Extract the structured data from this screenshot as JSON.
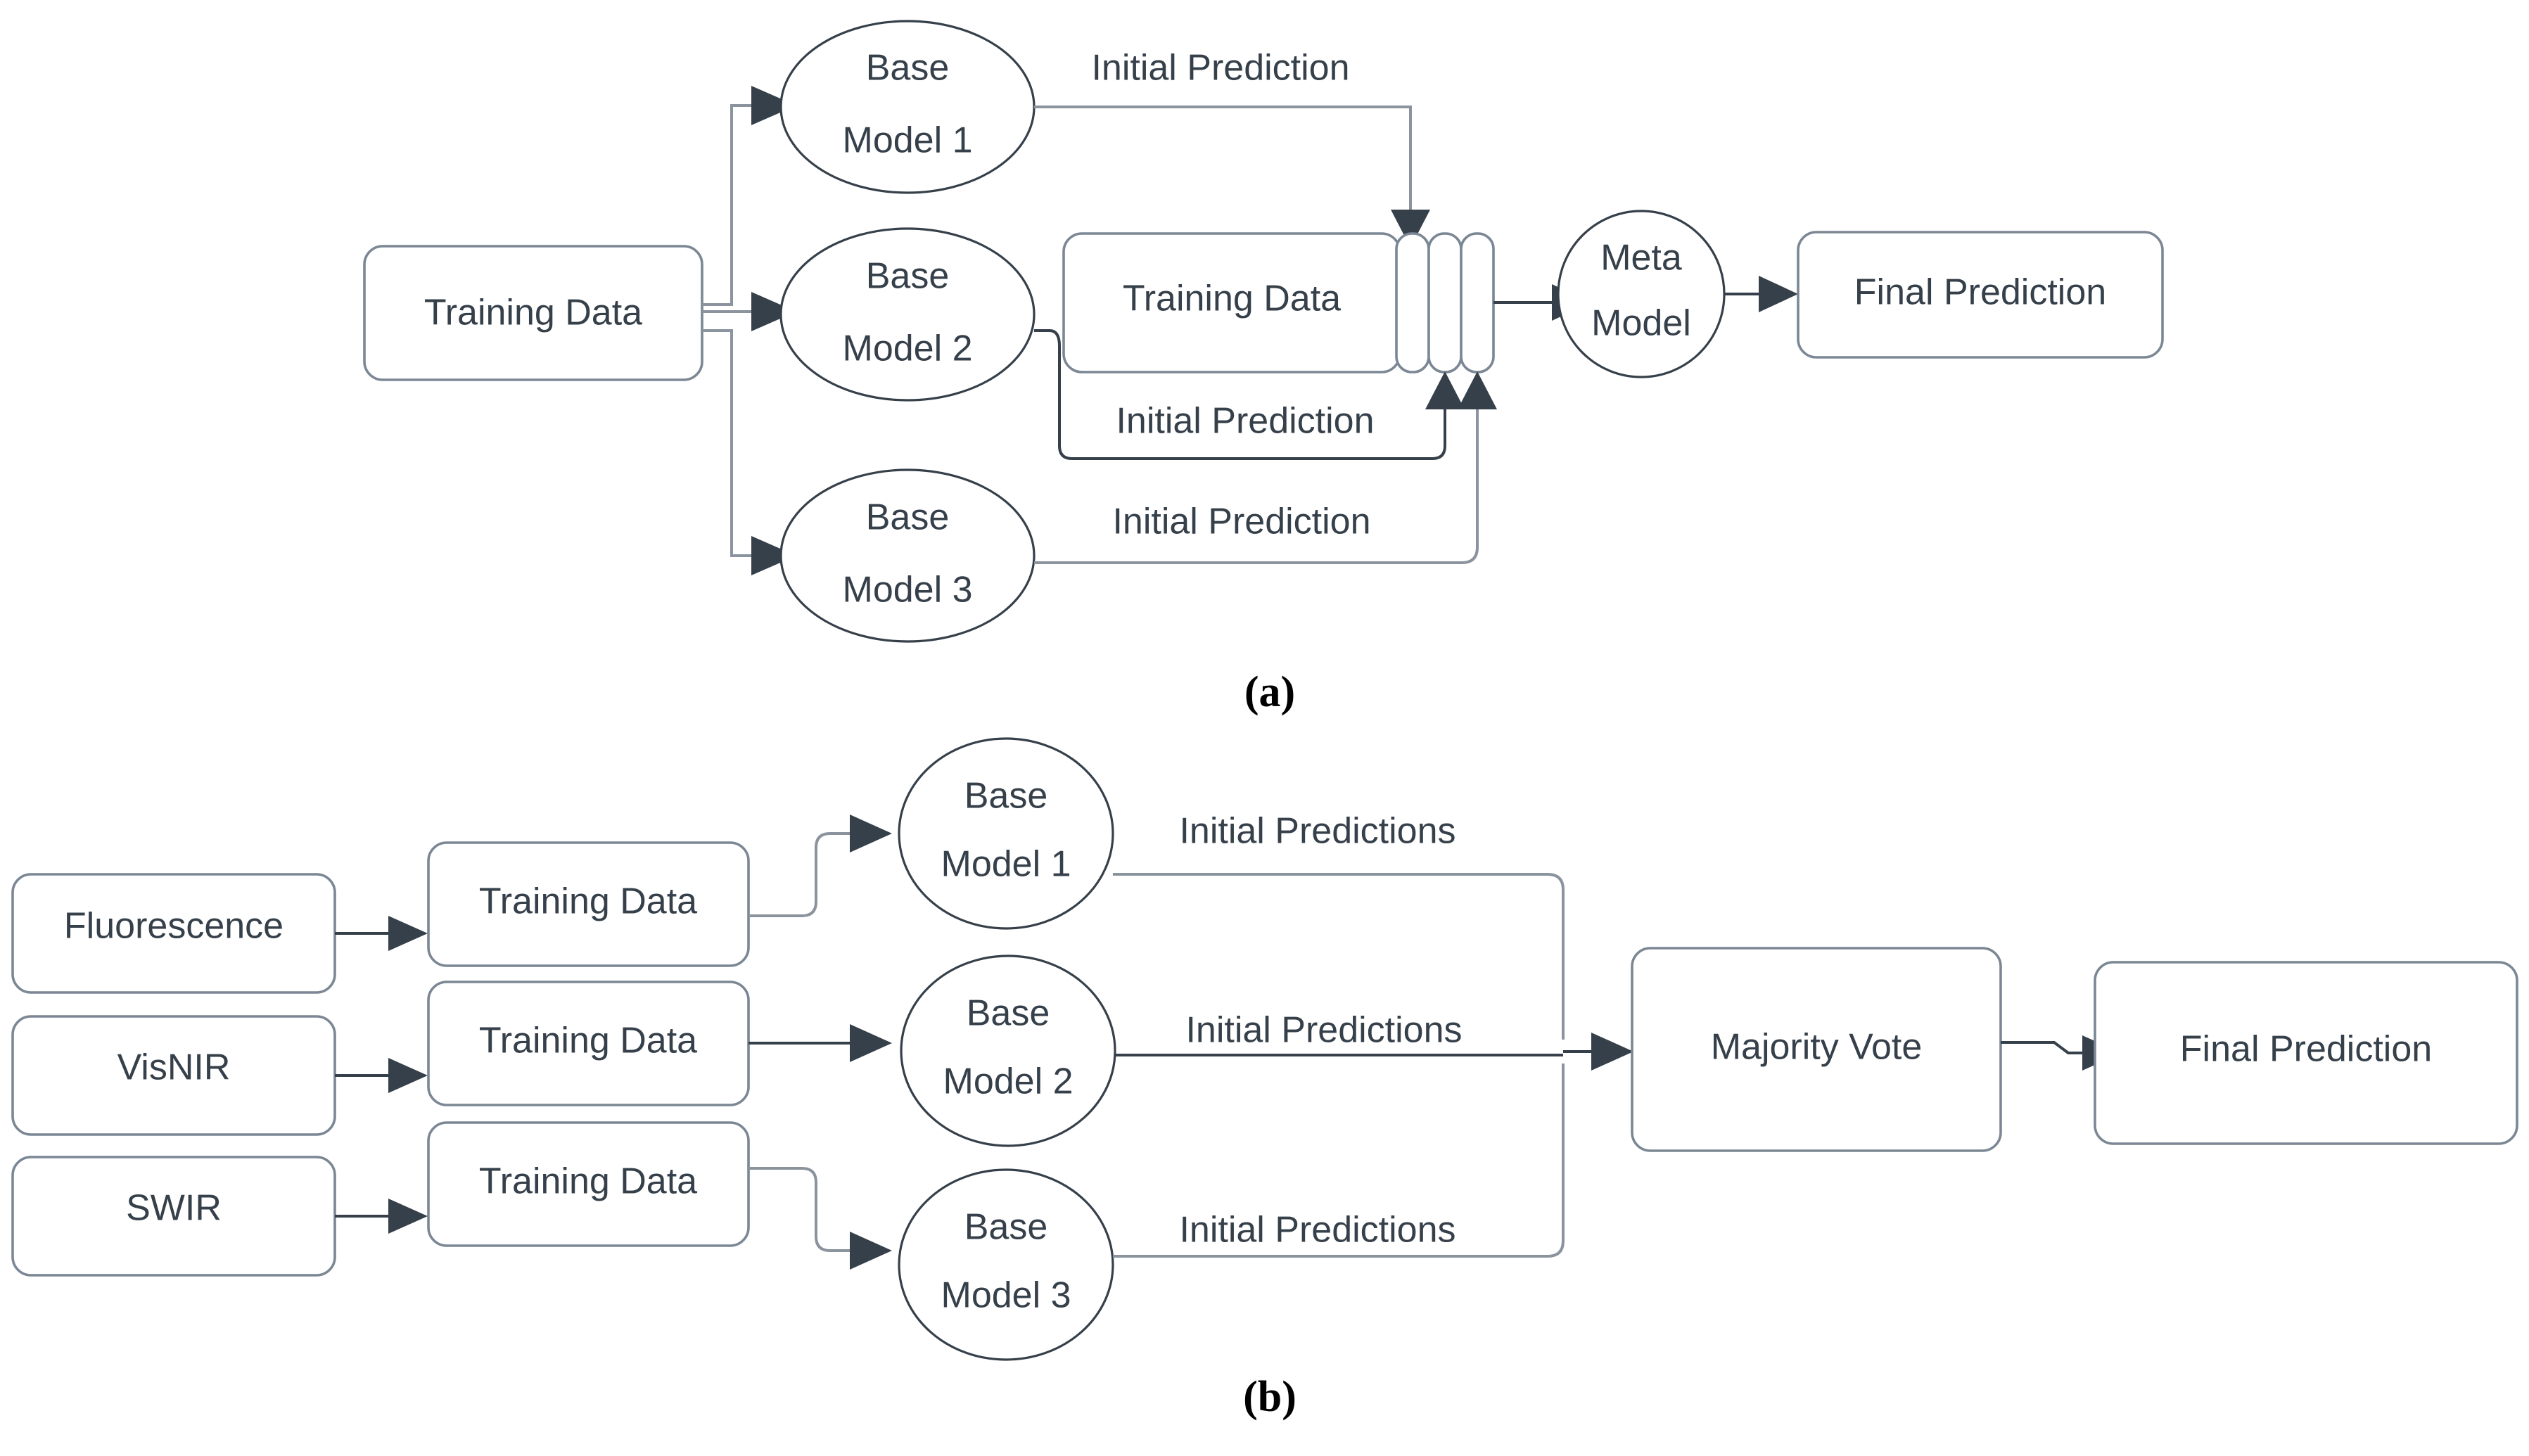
{
  "figure": {
    "panels": [
      {
        "id": "a",
        "caption": "(a)",
        "type": "stacking-ensemble",
        "nodes": {
          "input_training_data": "Training Data",
          "base_model_1": "Base\nModel 1",
          "base_model_1_line1": "Base",
          "base_model_1_line2": "Model 1",
          "base_model_2_line1": "Base",
          "base_model_2_line2": "Model 2",
          "base_model_3_line1": "Base",
          "base_model_3_line2": "Model 3",
          "meta_training_data": "Training Data",
          "meta_model_line1": "Meta",
          "meta_model_line2": "Model",
          "final_prediction": "Final Prediction"
        },
        "edge_labels": {
          "from_base_model_1": "Initial Prediction",
          "from_base_model_2": "Initial Prediction",
          "from_base_model_3": "Initial Prediction"
        }
      },
      {
        "id": "b",
        "caption": "(b)",
        "type": "majority-vote-ensemble",
        "sources": [
          "Fluorescence",
          "VisNIR",
          "SWIR"
        ],
        "training_blocks": [
          "Training Data",
          "Training Data",
          "Training Data"
        ],
        "base_models": [
          {
            "line1": "Base",
            "line2": "Model 1"
          },
          {
            "line1": "Base",
            "line2": "Model 2"
          },
          {
            "line1": "Base",
            "line2": "Model 3"
          }
        ],
        "edge_labels": [
          "Initial Predictions",
          "Initial Predictions",
          "Initial Predictions"
        ],
        "aggregator": "Majority Vote",
        "output": "Final Prediction"
      }
    ]
  },
  "colors": {
    "stroke_dark": "#36404a",
    "stroke_soft": "#8b949e",
    "text": "#36404a",
    "caption": "#000000",
    "background": "#ffffff"
  }
}
